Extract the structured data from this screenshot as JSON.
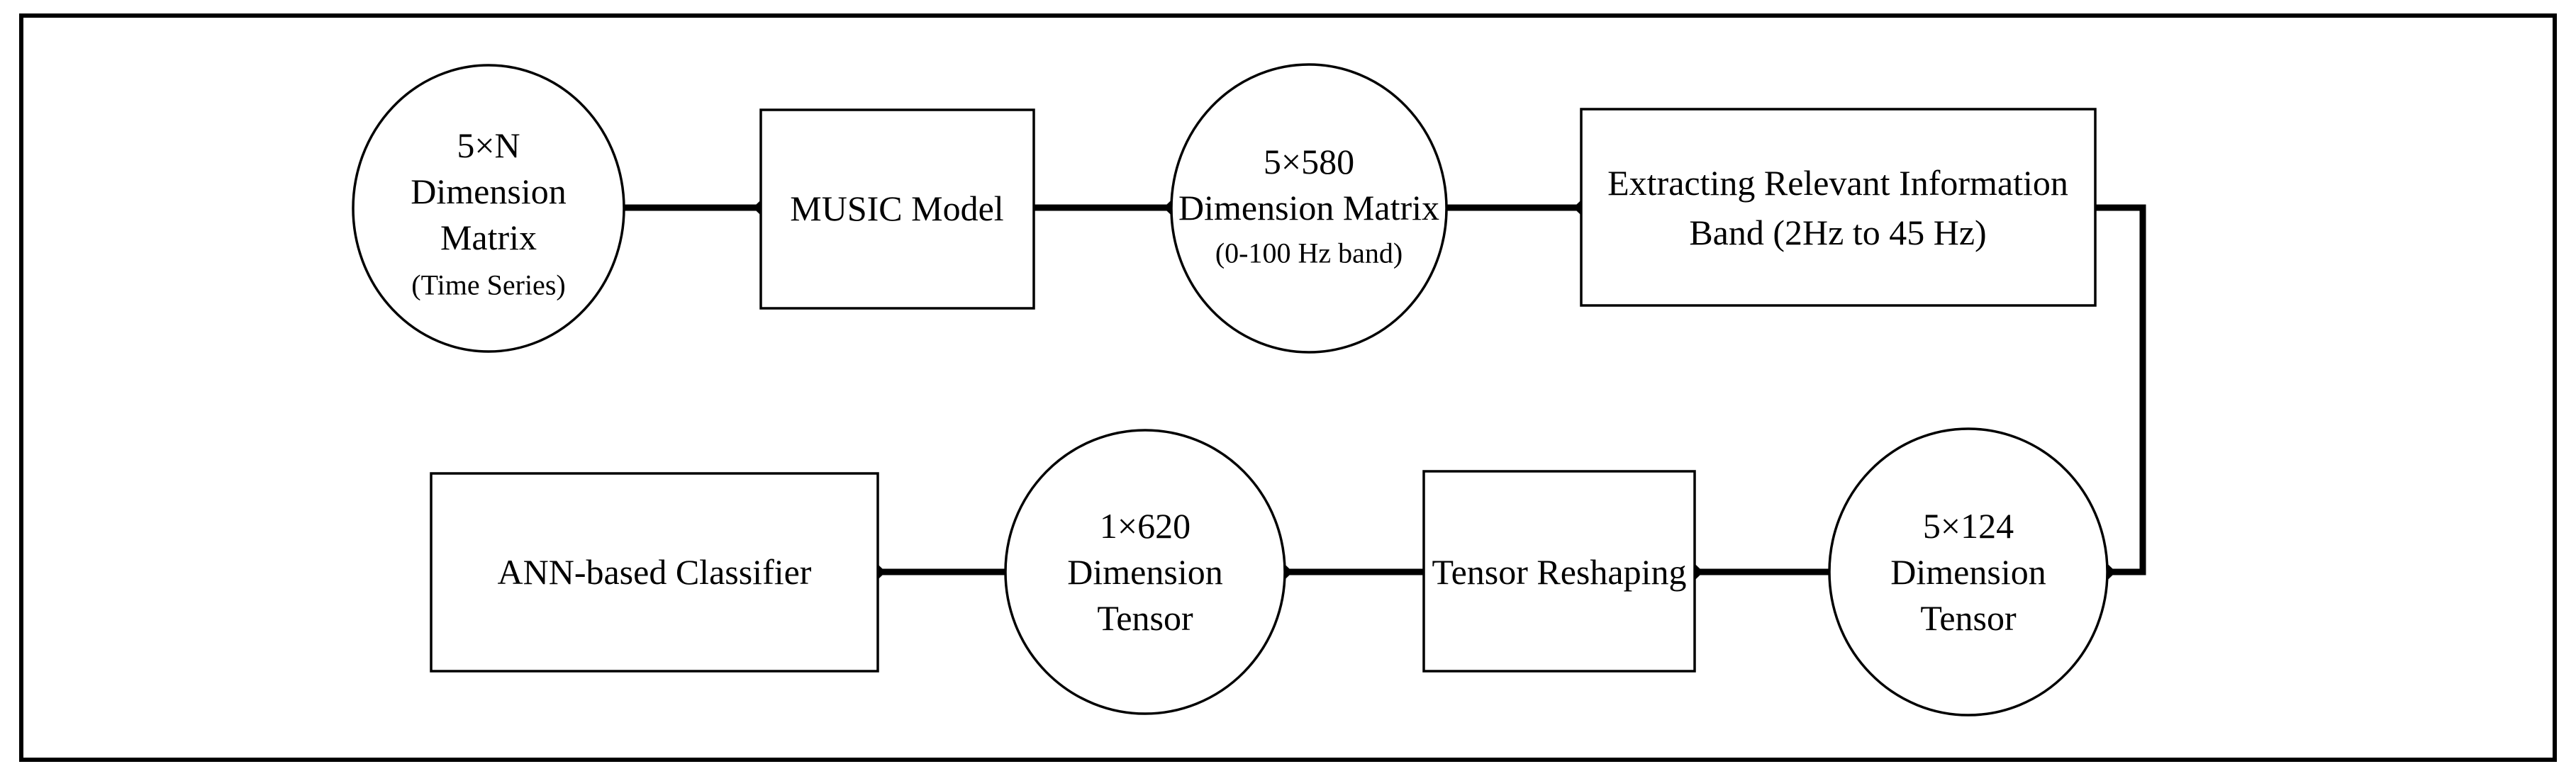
{
  "figure": {
    "background": "#ffffff",
    "ink": "#000000",
    "nodes": {
      "input_matrix": {
        "shape": "ellipse",
        "lines": [
          "5×N",
          "Dimension",
          "Matrix"
        ],
        "note": "(Time Series)"
      },
      "music_model": {
        "shape": "rect",
        "label": "MUSIC Model"
      },
      "spectrum_matrix": {
        "shape": "ellipse",
        "lines": [
          "5×580",
          "Dimension Matrix"
        ],
        "note": "(0-100 Hz band)"
      },
      "band_extraction": {
        "shape": "rect",
        "lines": [
          "Extracting Relevant Information",
          "Band (2Hz to 45 Hz)"
        ]
      },
      "band_tensor": {
        "shape": "ellipse",
        "lines": [
          "5×124",
          "Dimension",
          "Tensor"
        ]
      },
      "tensor_reshaping": {
        "shape": "rect",
        "label": "Tensor Reshaping"
      },
      "flat_tensor": {
        "shape": "ellipse",
        "lines": [
          "1×620",
          "Dimension",
          "Tensor"
        ]
      },
      "ann_classifier": {
        "shape": "rect",
        "label": "ANN-based Classifier"
      }
    },
    "edges": [
      {
        "from": "input_matrix",
        "to": "music_model"
      },
      {
        "from": "music_model",
        "to": "spectrum_matrix"
      },
      {
        "from": "spectrum_matrix",
        "to": "band_extraction"
      },
      {
        "from": "band_extraction",
        "to": "band_tensor"
      },
      {
        "from": "band_tensor",
        "to": "tensor_reshaping"
      },
      {
        "from": "tensor_reshaping",
        "to": "flat_tensor"
      },
      {
        "from": "flat_tensor",
        "to": "ann_classifier"
      }
    ]
  }
}
